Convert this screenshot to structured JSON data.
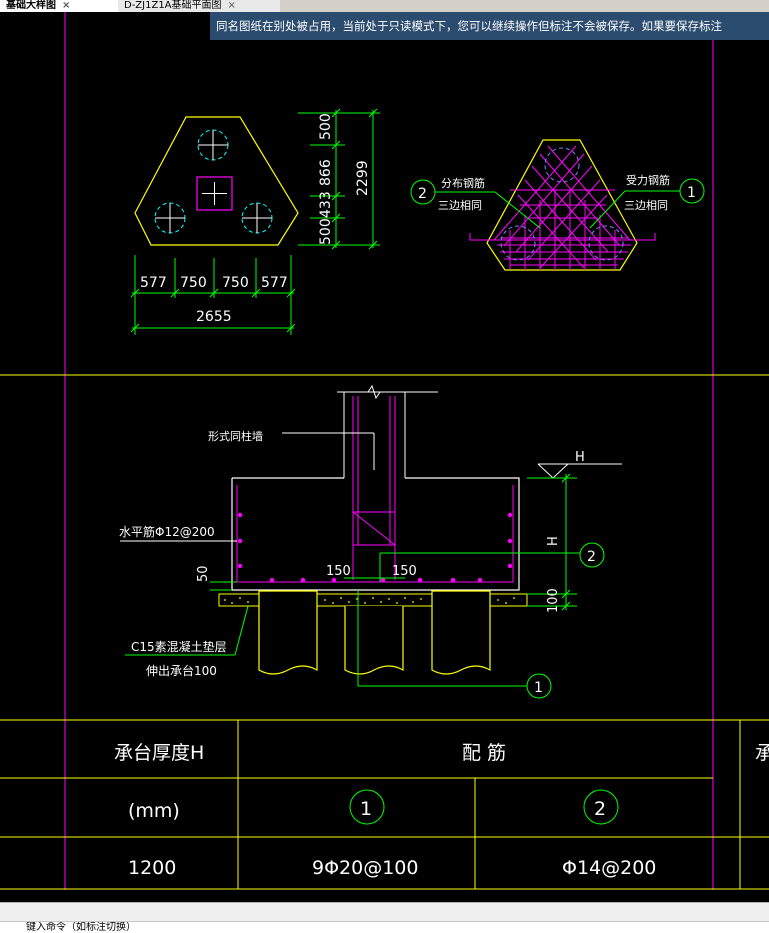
{
  "tabs": [
    {
      "label": "基础大样图",
      "close": "×",
      "active": true
    },
    {
      "label": "D-ZJ1Z1A基础平面图",
      "close": "×",
      "active": false
    }
  ],
  "notice": "同名图纸在别处被占用，当前处于只读模式下，您可以继续操作但标注不会被保存。如果要保存标注",
  "plan": {
    "dims_vertical": [
      "500",
      "866",
      "433",
      "500",
      "2299"
    ],
    "dims_horizontal": [
      "577",
      "750",
      "750",
      "577",
      "2655"
    ]
  },
  "rebar_view": {
    "left_label_1": "分布钢筋",
    "left_label_2": "三边相同",
    "left_marker": "2",
    "right_label_1": "受力钢筋",
    "right_label_2": "三边相同",
    "right_marker": "1"
  },
  "section": {
    "column_note": "形式同柱墙",
    "horizontal_bar": "水平筋Φ12@200",
    "dim_50": "50",
    "dim_150_left": "150",
    "dim_150_right": "150",
    "level_H": "H",
    "dim_H": "H",
    "dim_100": "100",
    "marker_2": "2",
    "marker_1": "1",
    "cushion_1": "C15素混凝土垫层",
    "cushion_2": "伸出承台100"
  },
  "table": {
    "header_thickness": "承台厚度H",
    "header_rebar": "配  筋",
    "header_right_partial": "承",
    "unit": "(mm)",
    "col1_marker": "1",
    "col2_marker": "2",
    "row_thickness": "1200",
    "row_rebar_1": "9Φ20@100",
    "row_rebar_2": "Φ14@200"
  },
  "command_line": "键入命令（如标注切换）"
}
